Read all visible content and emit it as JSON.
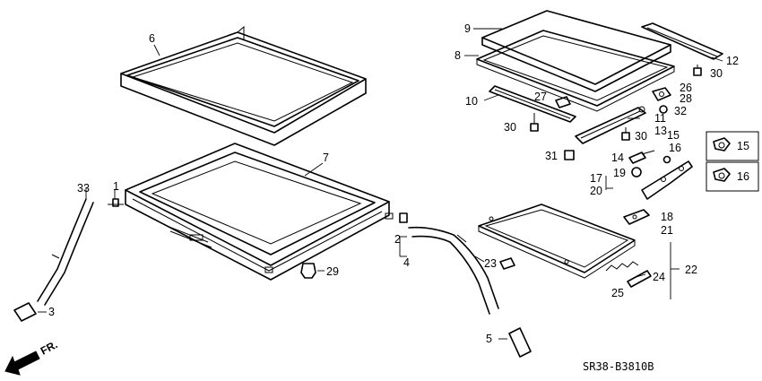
{
  "diagram": {
    "callouts": [
      "1",
      "2",
      "3",
      "4",
      "5",
      "6",
      "7",
      "8",
      "9",
      "10",
      "11",
      "12",
      "13",
      "14",
      "15",
      "16",
      "17",
      "18",
      "19",
      "20",
      "21",
      "22",
      "23",
      "24",
      "25",
      "26",
      "27",
      "28",
      "29",
      "30",
      "31",
      "32",
      "33"
    ],
    "extra_labels": {
      "fr": "FR.",
      "code": "SR38-B3810B"
    }
  }
}
